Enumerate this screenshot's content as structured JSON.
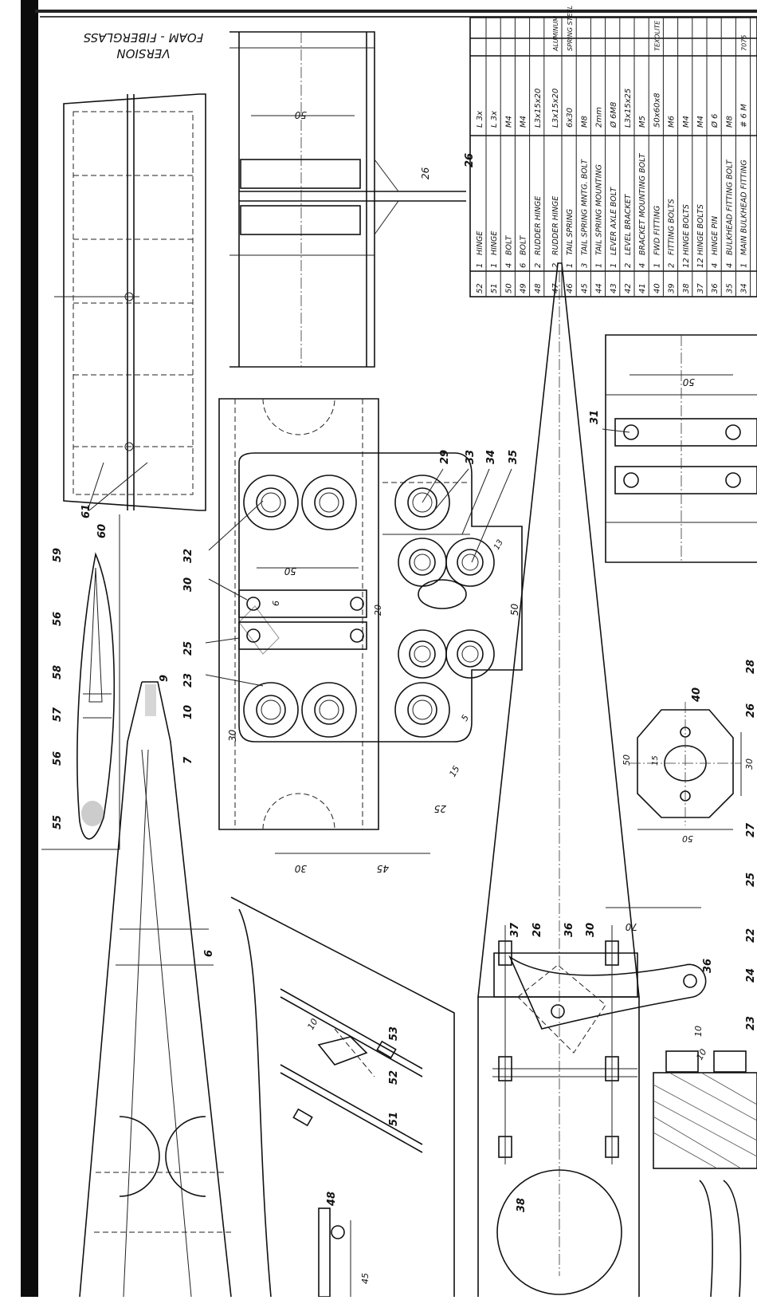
{
  "title_block": {
    "version_line1": "VERSION",
    "version_line2": "FOAM - FIBERGLASS"
  },
  "parts_list": {
    "rows": [
      {
        "no": "52",
        "qty": "1",
        "name": "HINGE",
        "spec": "L 3x",
        "material": ""
      },
      {
        "no": "51",
        "qty": "1",
        "name": "HINGE",
        "spec": "L 3x",
        "material": ""
      },
      {
        "no": "50",
        "qty": "4",
        "name": "BOLT",
        "spec": "M4",
        "material": ""
      },
      {
        "no": "49",
        "qty": "6",
        "name": "BOLT",
        "spec": "M4",
        "material": ""
      },
      {
        "no": "48",
        "qty": "2",
        "name": "RUDDER HINGE",
        "spec": "L3x15x20",
        "material": ""
      },
      {
        "no": "47",
        "qty": "2",
        "name": "RUDDER HINGE",
        "spec": "L3x15x20",
        "material": "ALUMINUM"
      },
      {
        "no": "46",
        "qty": "1",
        "name": "TAIL SPRING",
        "spec": "6x30",
        "material": "SPRING STEEL"
      },
      {
        "no": "45",
        "qty": "3",
        "name": "TAIL SPRING MNTG. BOLT",
        "spec": "M8",
        "material": ""
      },
      {
        "no": "44",
        "qty": "1",
        "name": "TAIL SPRING MOUNTING",
        "spec": "2mm",
        "material": ""
      },
      {
        "no": "43",
        "qty": "1",
        "name": "LEVER AXLE BOLT",
        "spec": "Ø 6M8",
        "material": ""
      },
      {
        "no": "42",
        "qty": "2",
        "name": "LEVEL BRACKET",
        "spec": "L3x15x25",
        "material": ""
      },
      {
        "no": "41",
        "qty": "4",
        "name": "BRACKET MOUNTING BOLT",
        "spec": "M5",
        "material": ""
      },
      {
        "no": "40",
        "qty": "1",
        "name": "FWD FITTING",
        "spec": "50x60x8",
        "material": "TEXOLITE"
      },
      {
        "no": "39",
        "qty": "2",
        "name": "FITTING BOLTS",
        "spec": "M6",
        "material": ""
      },
      {
        "no": "38",
        "qty": "12",
        "name": "HINGE BOLTS",
        "spec": "M4",
        "material": ""
      },
      {
        "no": "37",
        "qty": "12",
        "name": "HINGE BOLTS",
        "spec": "M4",
        "material": ""
      },
      {
        "no": "36",
        "qty": "4",
        "name": "HINGE PIN",
        "spec": "Ø 6",
        "material": ""
      },
      {
        "no": "35",
        "qty": "4",
        "name": "BULKHEAD FITTING BOLT",
        "spec": "M8",
        "material": ""
      },
      {
        "no": "34",
        "qty": "1",
        "name": "MAIN BULKHEAD FITTING",
        "spec": "# 6 M",
        "material": "7075"
      }
    ]
  },
  "callouts": {
    "c61": "61",
    "c60": "60",
    "c59": "59",
    "c56a": "56",
    "c58": "58",
    "c57": "57",
    "c56b": "56",
    "c55": "55",
    "c9": "9",
    "c10": "10",
    "c7": "7",
    "c6": "6",
    "c26a": "26",
    "c26b": "26",
    "c32": "32",
    "c30a": "30",
    "c25a": "25",
    "c23a": "23",
    "c29": "29",
    "c33": "33",
    "c34": "34",
    "c35": "35",
    "c31": "31",
    "c40": "40",
    "c28": "28",
    "c26c": "26",
    "c27": "27",
    "c25b": "25",
    "c22": "22",
    "c24": "24",
    "c23b": "23",
    "c37": "37",
    "c26d": "26",
    "c36a": "36",
    "c30b": "30",
    "c36b": "36",
    "c38": "38",
    "c53": "53",
    "c52": "52",
    "c51": "51",
    "c48": "48"
  },
  "dimensions": {
    "d50a": "50",
    "d50b": "50",
    "d6": "6",
    "d20": "20",
    "d50c": "50",
    "d13": "13",
    "d5": "5",
    "d15a": "15",
    "d30a": "30",
    "d25": "25",
    "d30b": "30",
    "d45a": "45",
    "d50d": "50",
    "d50e": "50",
    "d15b": "15",
    "d30c": "30",
    "d50f": "50",
    "d70": "70",
    "d10a": "10",
    "d10b": "10",
    "d10c": "10",
    "d45b": "45"
  },
  "colors": {
    "ink": "#111111",
    "paper": "#ffffff",
    "border": "#000000"
  }
}
